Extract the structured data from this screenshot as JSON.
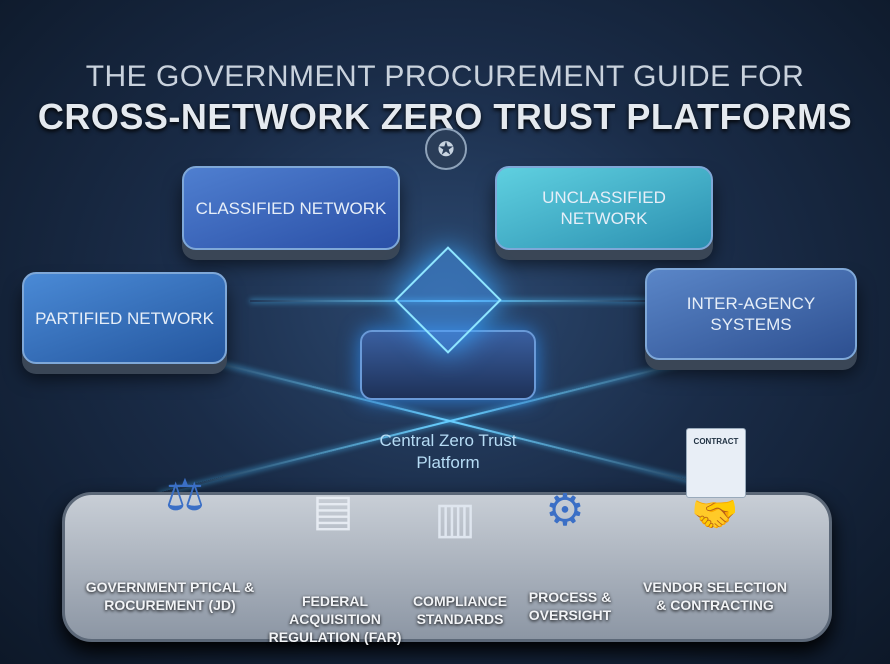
{
  "title": {
    "line1": "THE GOVERNMENT PROCUREMENT GUIDE FOR",
    "line2": "CROSS-NETWORK ZERO TRUST PLATFORMS"
  },
  "networks": [
    {
      "label": "CLASSIFIED NETWORK",
      "color": "#3a66bf"
    },
    {
      "label": "UNCLASSIFIED NETWORK",
      "color": "#45b4cc"
    },
    {
      "label": "PARTIFIED NETWORK",
      "color": "#356fbe"
    },
    {
      "label": "INTER-AGENCY SYSTEMS",
      "color": "#3f66ac"
    }
  ],
  "central": {
    "label": "Central Zero Trust Platform"
  },
  "contract_doc": "CONTRACT",
  "pillars": [
    {
      "label": "GOVERNMENT PTICAL & ROCUREMENT (JD)",
      "icon": "gavel-icon"
    },
    {
      "label": "FEDERAL ACQUISITION REGULATION (FAR)",
      "icon": "documents-icon"
    },
    {
      "label": "COMPLIANCE STANDARDS",
      "icon": "certificate-icon"
    },
    {
      "label": "PROCESS & OVERSIGHT",
      "icon": "gears-icon"
    },
    {
      "label": "VENDOR SELECTION & CONTRACTING",
      "icon": "handshake-icon"
    }
  ]
}
